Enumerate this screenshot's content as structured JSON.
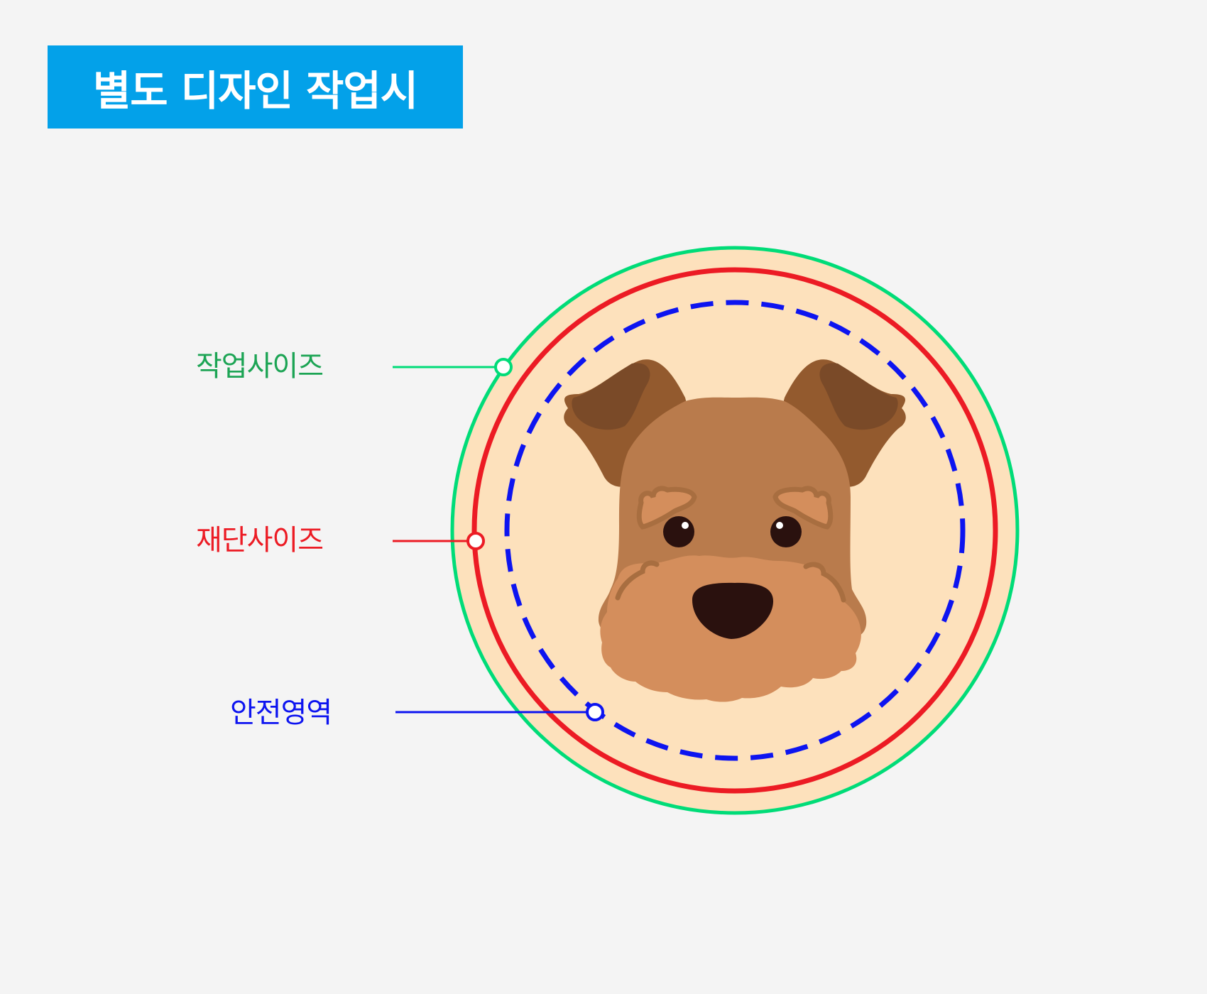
{
  "header": {
    "title": "별도 디자인 작업시",
    "background_color": "#03a1e9",
    "text_color": "#ffffff"
  },
  "legend": {
    "items": [
      {
        "id": "work-size",
        "label": "작업사이즈",
        "color": "#00dc78",
        "text_color": "#1ca454",
        "line_style": "solid"
      },
      {
        "id": "cut-size",
        "label": "재단사이즈",
        "color": "#ec1b24",
        "text_color": "#ec1b24",
        "line_style": "solid"
      },
      {
        "id": "safe-area",
        "label": "안전영역",
        "color": "#0d14f0",
        "text_color": "#0d14f0",
        "line_style": "dashed"
      }
    ]
  },
  "artwork": {
    "subject": "dog-face-illustration",
    "background_fill": "#fde1bc",
    "colors": {
      "head": "#b97b4c",
      "ear": "#935a2e",
      "ear_inner": "#7a4a28",
      "muzzle": "#d48e5c",
      "tuft_outline": "#a86e40",
      "eye": "#2a110e",
      "nose": "#2a110e",
      "eye_highlight": "#ffffff"
    }
  },
  "page": {
    "background_color": "#f4f4f4"
  }
}
